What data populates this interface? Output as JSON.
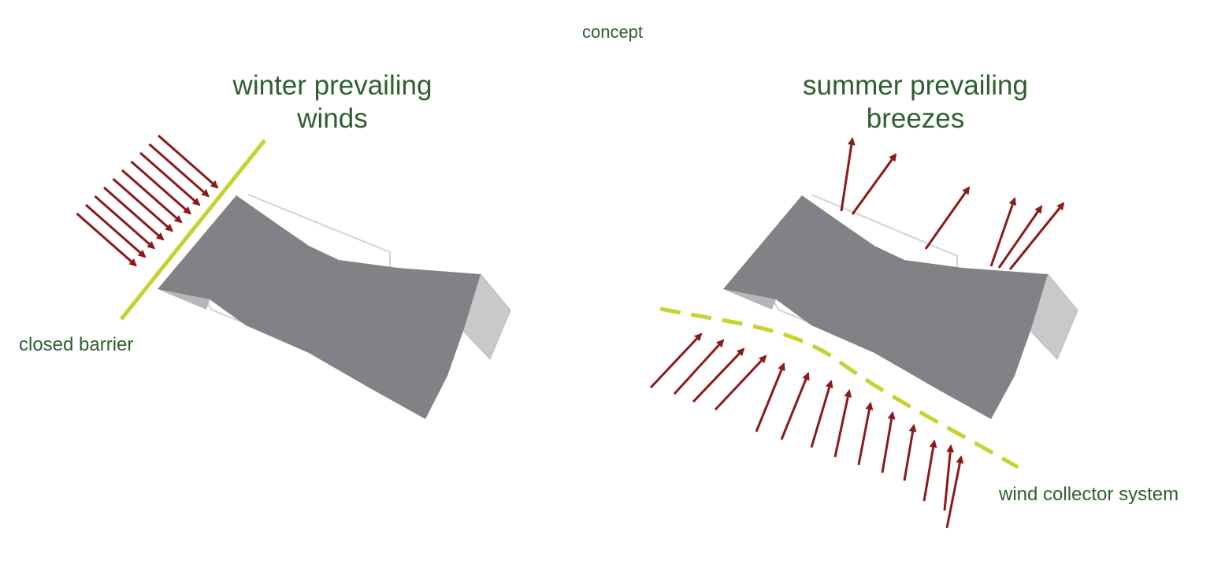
{
  "title": "concept",
  "winter": {
    "heading_line1": "winter prevailing",
    "heading_line2": "winds",
    "barrier_label": "closed barrier"
  },
  "summer": {
    "heading_line1": "summer prevailing",
    "heading_line2": "breezes",
    "collector_label": "wind collector system"
  },
  "colors": {
    "text": "#2f5f2f",
    "arrow": "#8b1a1a",
    "barrier": "#c6d22e",
    "roof": "#808285",
    "side": "#c8c9ca",
    "outline": "#cfcfcf"
  },
  "icons": [
    "wind-arrow-icon"
  ]
}
